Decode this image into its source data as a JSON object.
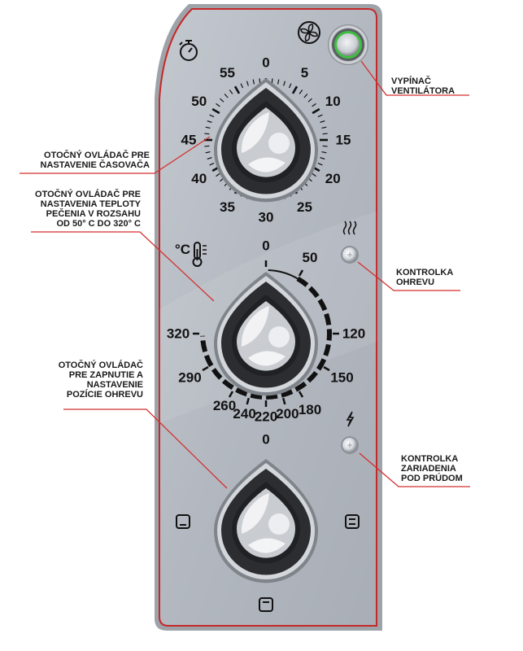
{
  "timer_knob": {
    "label": "Otočný ovládač pre nastavenie časovača",
    "label_lines": [
      "OTOČNÝ OVLÁDAČ PRE",
      "NASTAVENIE ČASOVAČA"
    ],
    "icon": "stopwatch-icon",
    "dial_labels": [
      "0",
      "5",
      "10",
      "15",
      "20",
      "25",
      "30",
      "35",
      "40",
      "45",
      "50",
      "55"
    ]
  },
  "temperature_knob": {
    "label_lines": [
      "OTOČNÝ OVLÁDAČ PRE",
      "NASTAVENIA TEPLOTY",
      "PEČENIA V ROZSAHU",
      "OD 50° C DO 320° C"
    ],
    "unit_icon_text": "°C",
    "icon": "thermometer-icon",
    "dial_labels": [
      "0",
      "50",
      "120",
      "150",
      "180",
      "200",
      "220",
      "240",
      "260",
      "290",
      "320"
    ]
  },
  "mode_knob": {
    "label_lines": [
      "OTOČNÝ OVLÁDAČ",
      "PRE ZAPNUTIE A",
      "NASTAVENIE",
      "POZÍCIE OHREVU"
    ],
    "dial_labels": [
      "0"
    ],
    "icons": [
      "bottom-heat-icon",
      "top-bottom-heat-icon",
      "top-heat-icon"
    ]
  },
  "fan_switch": {
    "label_lines": [
      "VYPÍNAČ",
      "VENTILÁTORA"
    ],
    "icon": "fan-icon"
  },
  "heating_lamp": {
    "label_lines": [
      "KONTROLKA",
      "OHREVU"
    ],
    "icon": "heat-waves-icon"
  },
  "power_lamp": {
    "label_lines": [
      "KONTROLKA",
      "ZARIADENIA",
      "POD PRÚDOM"
    ],
    "icon": "lightning-icon"
  },
  "colors": {
    "panel": "#b7bcc4",
    "panel_border": "#c62828",
    "callout_line": "#d32f2f",
    "knob_dark": "#2b2d31",
    "led_green": "#3fbf3f",
    "ink": "#111111"
  }
}
